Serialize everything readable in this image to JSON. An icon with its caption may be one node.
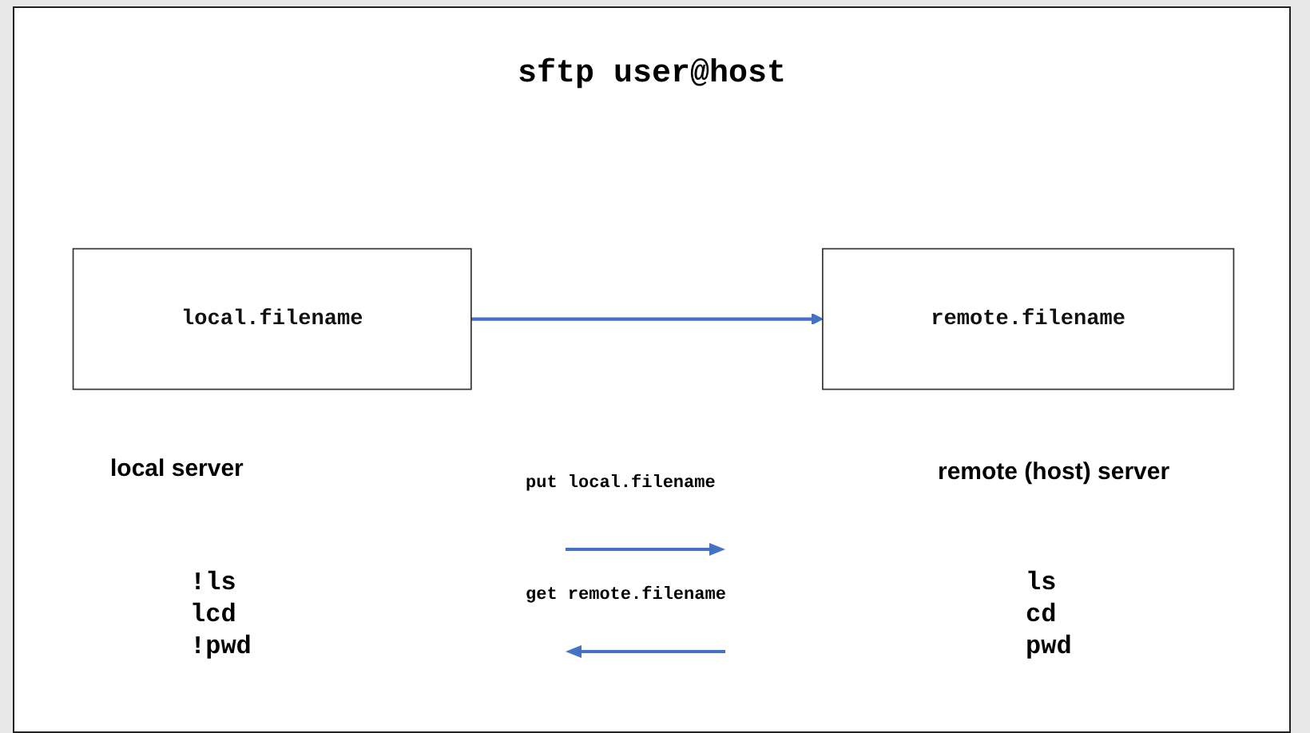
{
  "diagram": {
    "title": "sftp user@host",
    "nodes": [
      {
        "text": [
          "local.filename"
        ],
        "beside": [
          "local server"
        ]
      },
      {
        "text": [
          "remote.filename"
        ],
        "beside": [
          "remote (host) server"
        ]
      }
    ],
    "edges": [
      {
        "from": 0,
        "to": 1,
        "arrow": "to"
      }
    ],
    "labels": [
      "put local.filename",
      "get remote.filename",
      "!ls",
      "lcd",
      "!pwd",
      "ls",
      "cd",
      "pwd"
    ]
  }
}
